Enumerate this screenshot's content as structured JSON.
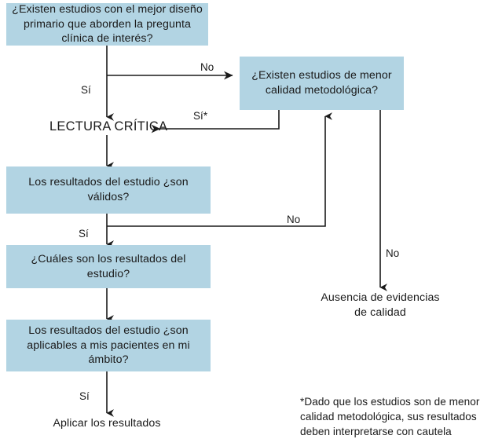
{
  "diagram": {
    "title_hidden": "Diagrama de lectura crítica de evidencias",
    "colors": {
      "box_fill": "#b2d4e3",
      "line": "#1a1a1a",
      "text": "#1a1a1a",
      "background": "#ffffff"
    },
    "nodes": [
      {
        "id": "q-primary-design",
        "text": "¿Existen estudios con el mejor\ndiseño primario que aborden la\npregunta clínica de interés?"
      },
      {
        "id": "q-lower-quality",
        "text": "¿Existen estudios\nde menor calidad\nmetodológica?"
      },
      {
        "id": "critical-reading",
        "text": "LECTURA CRÍTICA"
      },
      {
        "id": "q-valid-results",
        "text": "Los resultados del estudio\n¿son válidos?"
      },
      {
        "id": "q-which-results",
        "text": "¿Cuáles son los\nresultados del estudio?"
      },
      {
        "id": "q-applicable",
        "text": "Los resultados del estudio\n¿son aplicables a mis\npacientes en mi ámbito?"
      },
      {
        "id": "apply-results",
        "text": "Aplicar los resultados"
      },
      {
        "id": "no-quality-evidence",
        "text": "Ausencia de evidencias\nde calidad"
      }
    ],
    "edge_labels": {
      "no_primary_design": "No",
      "si_primary_design": "Sí",
      "si_lower_quality": "Sí*",
      "si_valid": "Sí",
      "no_valid": "No",
      "no_lower_quality": "No",
      "si_applicable": "Sí"
    },
    "footnote": "*Dado que los estudios son de menor\ncalidad metodológica, sus resultados\ndeben interpretarse con cautela"
  }
}
